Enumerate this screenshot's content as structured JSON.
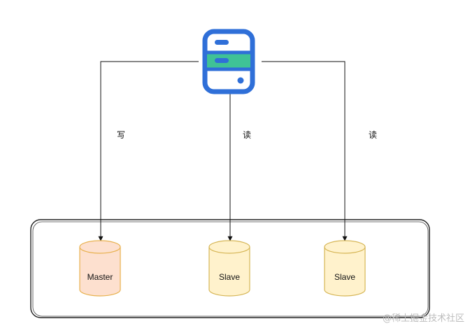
{
  "diagram": {
    "server": {
      "icon": "server-icon"
    },
    "edges": [
      {
        "label": "写"
      },
      {
        "label": "读"
      },
      {
        "label": "读"
      }
    ],
    "databases": [
      {
        "label": "Master",
        "fill": "#fde0cf",
        "stroke": "#e8b14e"
      },
      {
        "label": "Slave",
        "fill": "#fff2cc",
        "stroke": "#d6b656"
      },
      {
        "label": "Slave",
        "fill": "#fff2cc",
        "stroke": "#d6b656"
      }
    ],
    "colors": {
      "server_blue": "#2f6fd8",
      "server_green": "#3fc296",
      "line": "#111111",
      "cluster_border": "#222222"
    }
  },
  "watermark": "@稀土掘金技术社区"
}
